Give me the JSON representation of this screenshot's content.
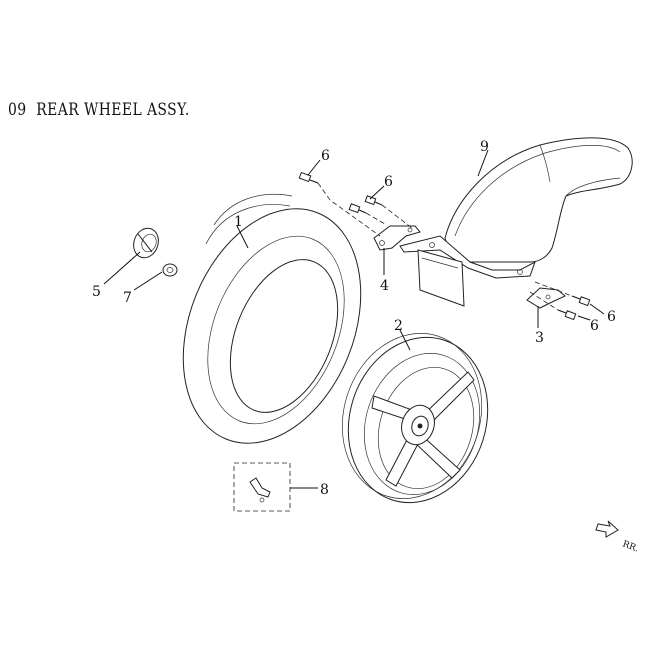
{
  "diagram": {
    "number": "09",
    "title": "REAR WHEEL ASSY."
  },
  "callouts": {
    "c1": "1",
    "c2": "2",
    "c3": "3",
    "c4": "4",
    "c5": "5",
    "c6a": "6",
    "c6b": "6",
    "c6c": "6",
    "c6d": "6",
    "c7": "7",
    "c8": "8",
    "c9": "9"
  },
  "direction_mark": {
    "label": "RR.",
    "icon": "arrow-icon"
  }
}
